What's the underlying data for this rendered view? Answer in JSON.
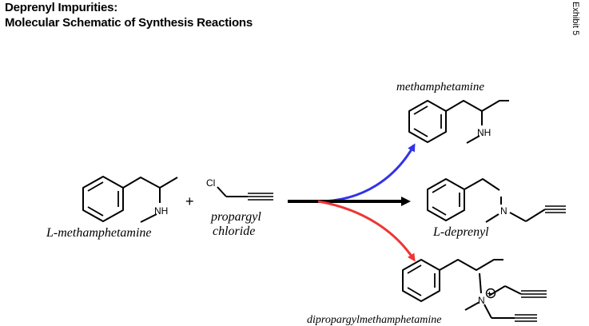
{
  "header": {
    "title_line1": "Deprenyl Impurities:",
    "title_line2": "Molecular Schematic of Synthesis Reactions",
    "exhibit": "Exhibit 5"
  },
  "reactants": {
    "left_label": "L-methamphetamine",
    "plus": "+",
    "reagent_label_1": "propargyl",
    "reagent_label_2": "chloride",
    "atom_cl": "Cl",
    "atom_nh": "NH"
  },
  "products": {
    "top_label": "methamphetamine",
    "top_atom_nh": "NH",
    "middle_label": "L-deprenyl",
    "middle_atom_n": "N",
    "bottom_label": "dipropargylmethamphetamine",
    "bottom_atom_n": "N",
    "bottom_charge": "+"
  },
  "colors": {
    "arrow_up": "#3333e6",
    "arrow_mid": "#000000",
    "arrow_down": "#f03434"
  }
}
